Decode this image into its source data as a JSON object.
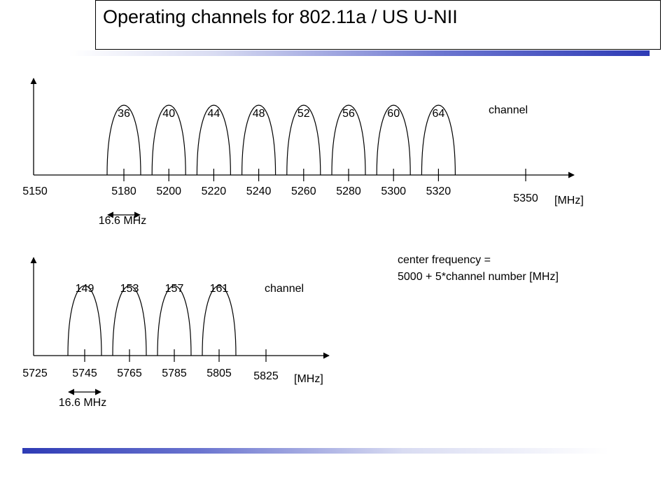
{
  "title": "Operating channels for 802.11a / US U-NII",
  "formula": {
    "line1": "center frequency =",
    "line2": "5000 + 5*channel number [MHz]"
  },
  "colors": {
    "accent": "#2e3bb5",
    "line": "#000000"
  },
  "bands": [
    {
      "channels": [
        "36",
        "40",
        "44",
        "48",
        "52",
        "56",
        "60",
        "64"
      ],
      "channel_label": "channel",
      "center_frequencies": [
        "5180",
        "5200",
        "5220",
        "5240",
        "5260",
        "5280",
        "5300",
        "5320"
      ],
      "band_start": "5150",
      "band_end": "5350",
      "unit": "[MHz]",
      "width_label": "16.6 MHz"
    },
    {
      "channels": [
        "149",
        "153",
        "157",
        "161"
      ],
      "channel_label": "channel",
      "center_frequencies": [
        "5745",
        "5765",
        "5785",
        "5805"
      ],
      "band_start": "5725",
      "band_end": "5825",
      "unit": "[MHz]",
      "width_label": "16.6 MHz"
    }
  ]
}
